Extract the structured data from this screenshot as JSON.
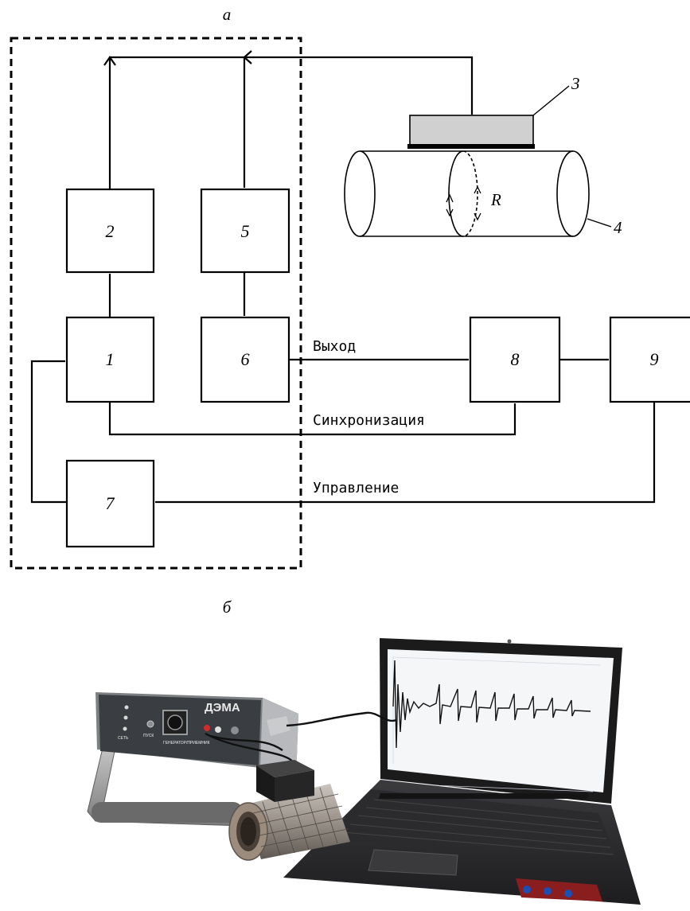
{
  "panel_a": {
    "letter": "а",
    "blocks": [
      {
        "id": "b1",
        "label": "1"
      },
      {
        "id": "b2",
        "label": "2"
      },
      {
        "id": "b5",
        "label": "5"
      },
      {
        "id": "b6",
        "label": "6"
      },
      {
        "id": "b7",
        "label": "7"
      },
      {
        "id": "b8",
        "label": "8"
      },
      {
        "id": "b9",
        "label": "9"
      }
    ],
    "callouts": {
      "transducer": "3",
      "pipe": "4",
      "path": "R"
    },
    "signals": {
      "output": "Выход",
      "sync": "Синхронизация",
      "control": "Управление"
    }
  },
  "panel_b": {
    "letter": "б",
    "device_name": "ДЭМА",
    "device_labels": [
      "ПУСК",
      "ГЕНЕРАТОР/ПРИЕМНИК",
      "СЕТЬ"
    ]
  }
}
